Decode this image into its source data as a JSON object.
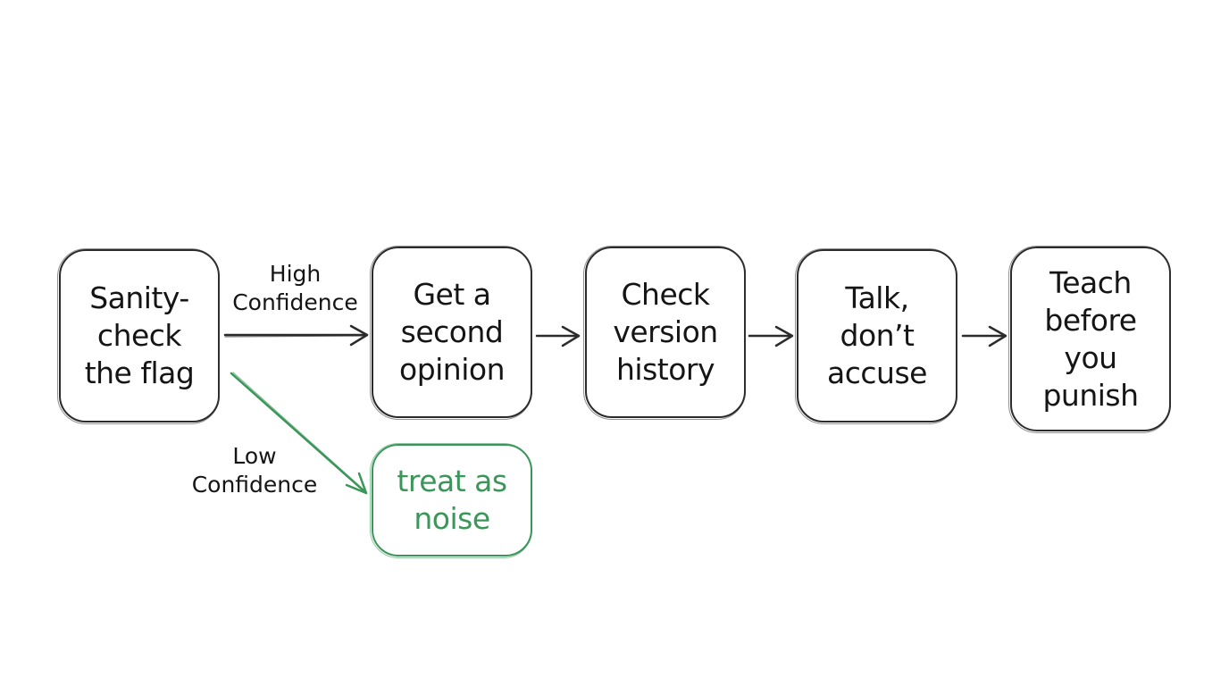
{
  "colors": {
    "ink": "#2b2b2b",
    "green": "#3a9659",
    "background": "#ffffff"
  },
  "nodes": {
    "sanity_check": "Sanity-\ncheck\nthe flag",
    "second_opinion": "Get a\nsecond\nopinion",
    "version_history": "Check\nversion\nhistory",
    "talk": "Talk,\ndon’t\naccuse",
    "teach": "Teach\nbefore\nyou\npunish",
    "noise": "treat as\nnoise"
  },
  "edges": {
    "high_confidence": "High\nConfidence",
    "low_confidence": "Low\nConfidence"
  }
}
